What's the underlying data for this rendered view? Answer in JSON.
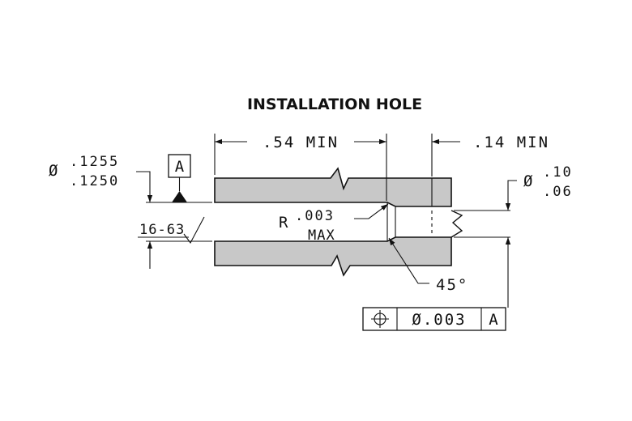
{
  "title": "INSTALLATION HOLE",
  "depth_label": ".54 MIN",
  "outer_depth_label": ".14 MIN",
  "bore_dia_prefix": "Ø",
  "bore_dia_upper": ".1255",
  "bore_dia_lower": ".1250",
  "datum_letter": "A",
  "surface_finish": "16-63",
  "radius_prefix": "R",
  "radius_value": ".003",
  "radius_note": "MAX",
  "chamfer_angle": "45°",
  "small_dia_prefix": "Ø",
  "small_dia_upper": ".10",
  "small_dia_lower": ".06",
  "fcf": {
    "symbol": "position-icon",
    "tolerance": "Ø.003",
    "datum": "A"
  }
}
